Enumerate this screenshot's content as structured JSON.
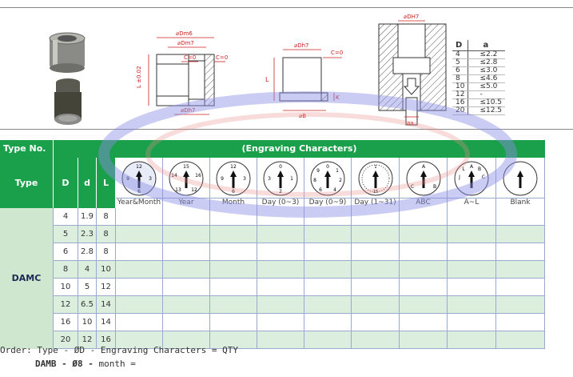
{
  "drawing_labels": {
    "odm6": "⌀Dm6",
    "odm7": "⌀Dm7",
    "c0_a": "C=0",
    "c0_b": "C=0",
    "odh7_bottom": "⌀Dh7",
    "l_tol": "L ±0.02",
    "odh7_mid": "⌀Dh7",
    "c0_mid": "C=0",
    "l_mid": "L",
    "k_mid": "K",
    "ob_mid": "⌀B",
    "odh7_right": "⌀DH7",
    "oa_right": "⌀a"
  },
  "dim_table": {
    "headers": [
      "D",
      "a"
    ],
    "rows": [
      [
        "4",
        "≤2.2"
      ],
      [
        "5",
        "≤2.8"
      ],
      [
        "6",
        "≤3.0"
      ],
      [
        "8",
        "≤4.6"
      ],
      [
        "10",
        "≤5.0"
      ],
      [
        "12",
        "-"
      ],
      [
        "16",
        "≤10.5"
      ],
      [
        "20",
        "≤12.5"
      ]
    ]
  },
  "table": {
    "type_no_label": "Type No.",
    "engraving_label": "(Engraving Characters)",
    "col_type": "Type",
    "col_D": "D",
    "col_d": "d",
    "col_L": "L",
    "dial_captions": [
      "Year&Month",
      "Year",
      "Month",
      "Day (0~3)",
      "Day (0~9)",
      "Day (1~31)",
      "ABC",
      "A~L",
      "Blank"
    ],
    "type_value": "DAMC",
    "rows": [
      {
        "D": "4",
        "d": "1.9",
        "L": "8"
      },
      {
        "D": "5",
        "d": "2.3",
        "L": "8"
      },
      {
        "D": "6",
        "d": "2.8",
        "L": "8"
      },
      {
        "D": "8",
        "d": "4",
        "L": "10"
      },
      {
        "D": "10",
        "d": "5",
        "L": "12"
      },
      {
        "D": "12",
        "d": "6.5",
        "L": "14"
      },
      {
        "D": "16",
        "d": "10",
        "L": "14"
      },
      {
        "D": "20",
        "d": "12",
        "L": "16"
      }
    ]
  },
  "order": {
    "line1": "Order: Type  - ØD -  Engraving Characters = QTY",
    "line2_type": "DAMB",
    "line2_d": "Ø8",
    "line2_chars": "month =",
    "dash": "-"
  },
  "colors": {
    "header_green": "#1aa04a",
    "row_alt": "#dceedd",
    "type_cell": "#cfe6cf",
    "drawing_red": "#cc2222"
  }
}
